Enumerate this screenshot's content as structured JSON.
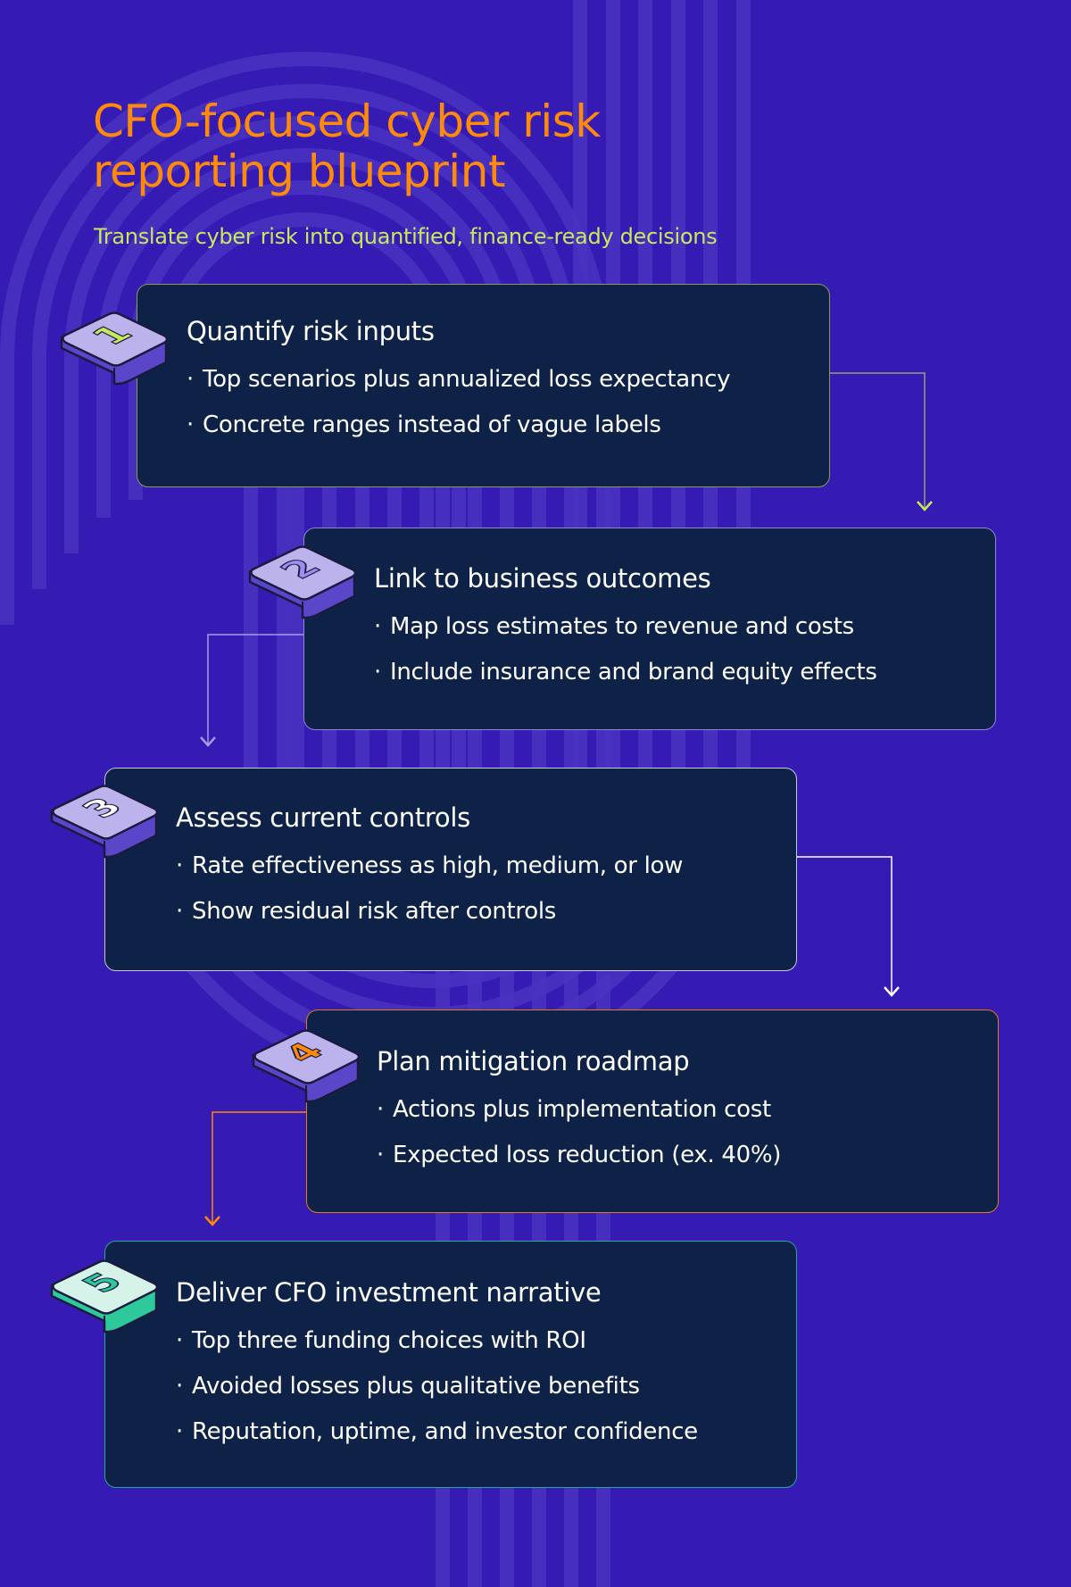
{
  "header": {
    "title_line1": "CFO-focused cyber risk",
    "title_line2": "reporting blueprint",
    "subtitle": "Translate cyber risk into quantified, finance-ready decisions"
  },
  "colors": {
    "background": "#351bb3",
    "card_bg": "#0e2247",
    "title": "#ff8a0a",
    "subtitle": "#c6ea5c",
    "text": "#ffffff"
  },
  "steps": [
    {
      "number": "1",
      "title": "Quantify risk inputs",
      "bullets": [
        "Top scenarios plus annualized loss expectancy",
        "Concrete ranges instead of vague labels"
      ],
      "accent": "#c6ea5c",
      "border": "#8a9a5a"
    },
    {
      "number": "2",
      "title": "Link to business outcomes",
      "bullets": [
        "Map loss estimates to revenue and costs",
        "Include insurance and brand equity effects"
      ],
      "accent": "#9c8ef0",
      "border": "#8f84d8"
    },
    {
      "number": "3",
      "title": "Assess current controls",
      "bullets": [
        "Rate effectiveness as high, medium, or low",
        "Show residual risk after controls"
      ],
      "accent": "#ffffff",
      "border": "#c8c8e0"
    },
    {
      "number": "4",
      "title": "Plan mitigation roadmap",
      "bullets": [
        "Actions plus implementation cost",
        "Expected loss reduction (ex. 40%)"
      ],
      "accent": "#ff8a0a",
      "border": "#e07a1a"
    },
    {
      "number": "5",
      "title": "Deliver CFO investment narrative",
      "bullets": [
        "Top three funding choices with ROI",
        "Avoided losses plus qualitative benefits",
        "Reputation, uptime, and investor confidence"
      ],
      "accent": "#2ec99a",
      "border": "#2aa59a"
    }
  ],
  "bullet_char": "·"
}
